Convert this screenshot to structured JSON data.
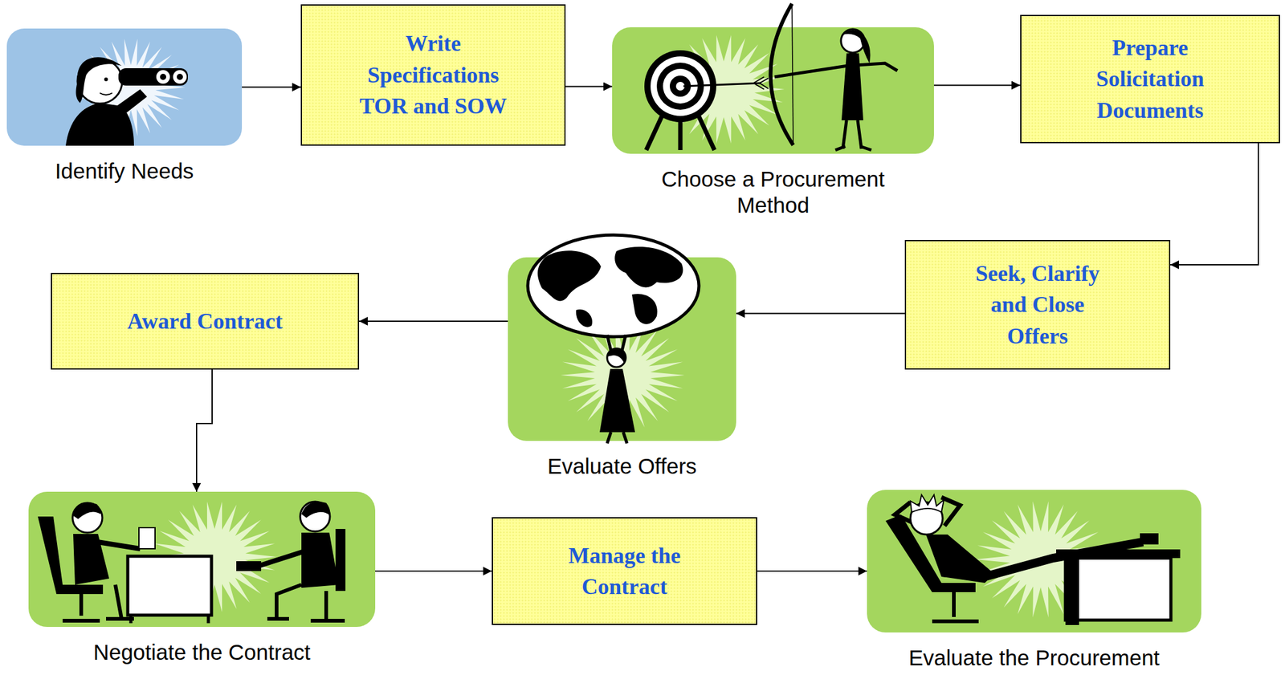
{
  "diagram": {
    "nodes": [
      {
        "text": [
          "Identify Needs"
        ]
      },
      {
        "text": [
          "Write Specifications TOR and SOW"
        ]
      },
      {
        "text": [
          "Choose a Procurement Method"
        ]
      },
      {
        "text": [
          "Prepare Solicitation Documents"
        ]
      },
      {
        "text": [
          "Seek, Clarify and Close Offers"
        ]
      },
      {
        "text": [
          "Evaluate Offers"
        ]
      },
      {
        "text": [
          "Award Contract"
        ]
      },
      {
        "text": [
          "Negotiate the Contract"
        ]
      },
      {
        "text": [
          "Manage the Contract"
        ]
      },
      {
        "text": [
          "Evaluate the Procurement"
        ]
      }
    ],
    "edges": [
      {
        "from": 0,
        "to": 1,
        "arrow": "to"
      },
      {
        "from": 1,
        "to": 2,
        "arrow": "to"
      },
      {
        "from": 2,
        "to": 3,
        "arrow": "to"
      },
      {
        "from": 3,
        "to": 4,
        "arrow": "to"
      },
      {
        "from": 4,
        "to": 5,
        "arrow": "to"
      },
      {
        "from": 5,
        "to": 6,
        "arrow": "to"
      },
      {
        "from": 6,
        "to": 7,
        "arrow": "to"
      },
      {
        "from": 7,
        "to": 8,
        "arrow": "to"
      },
      {
        "from": 8,
        "to": 9,
        "arrow": "to"
      }
    ]
  }
}
